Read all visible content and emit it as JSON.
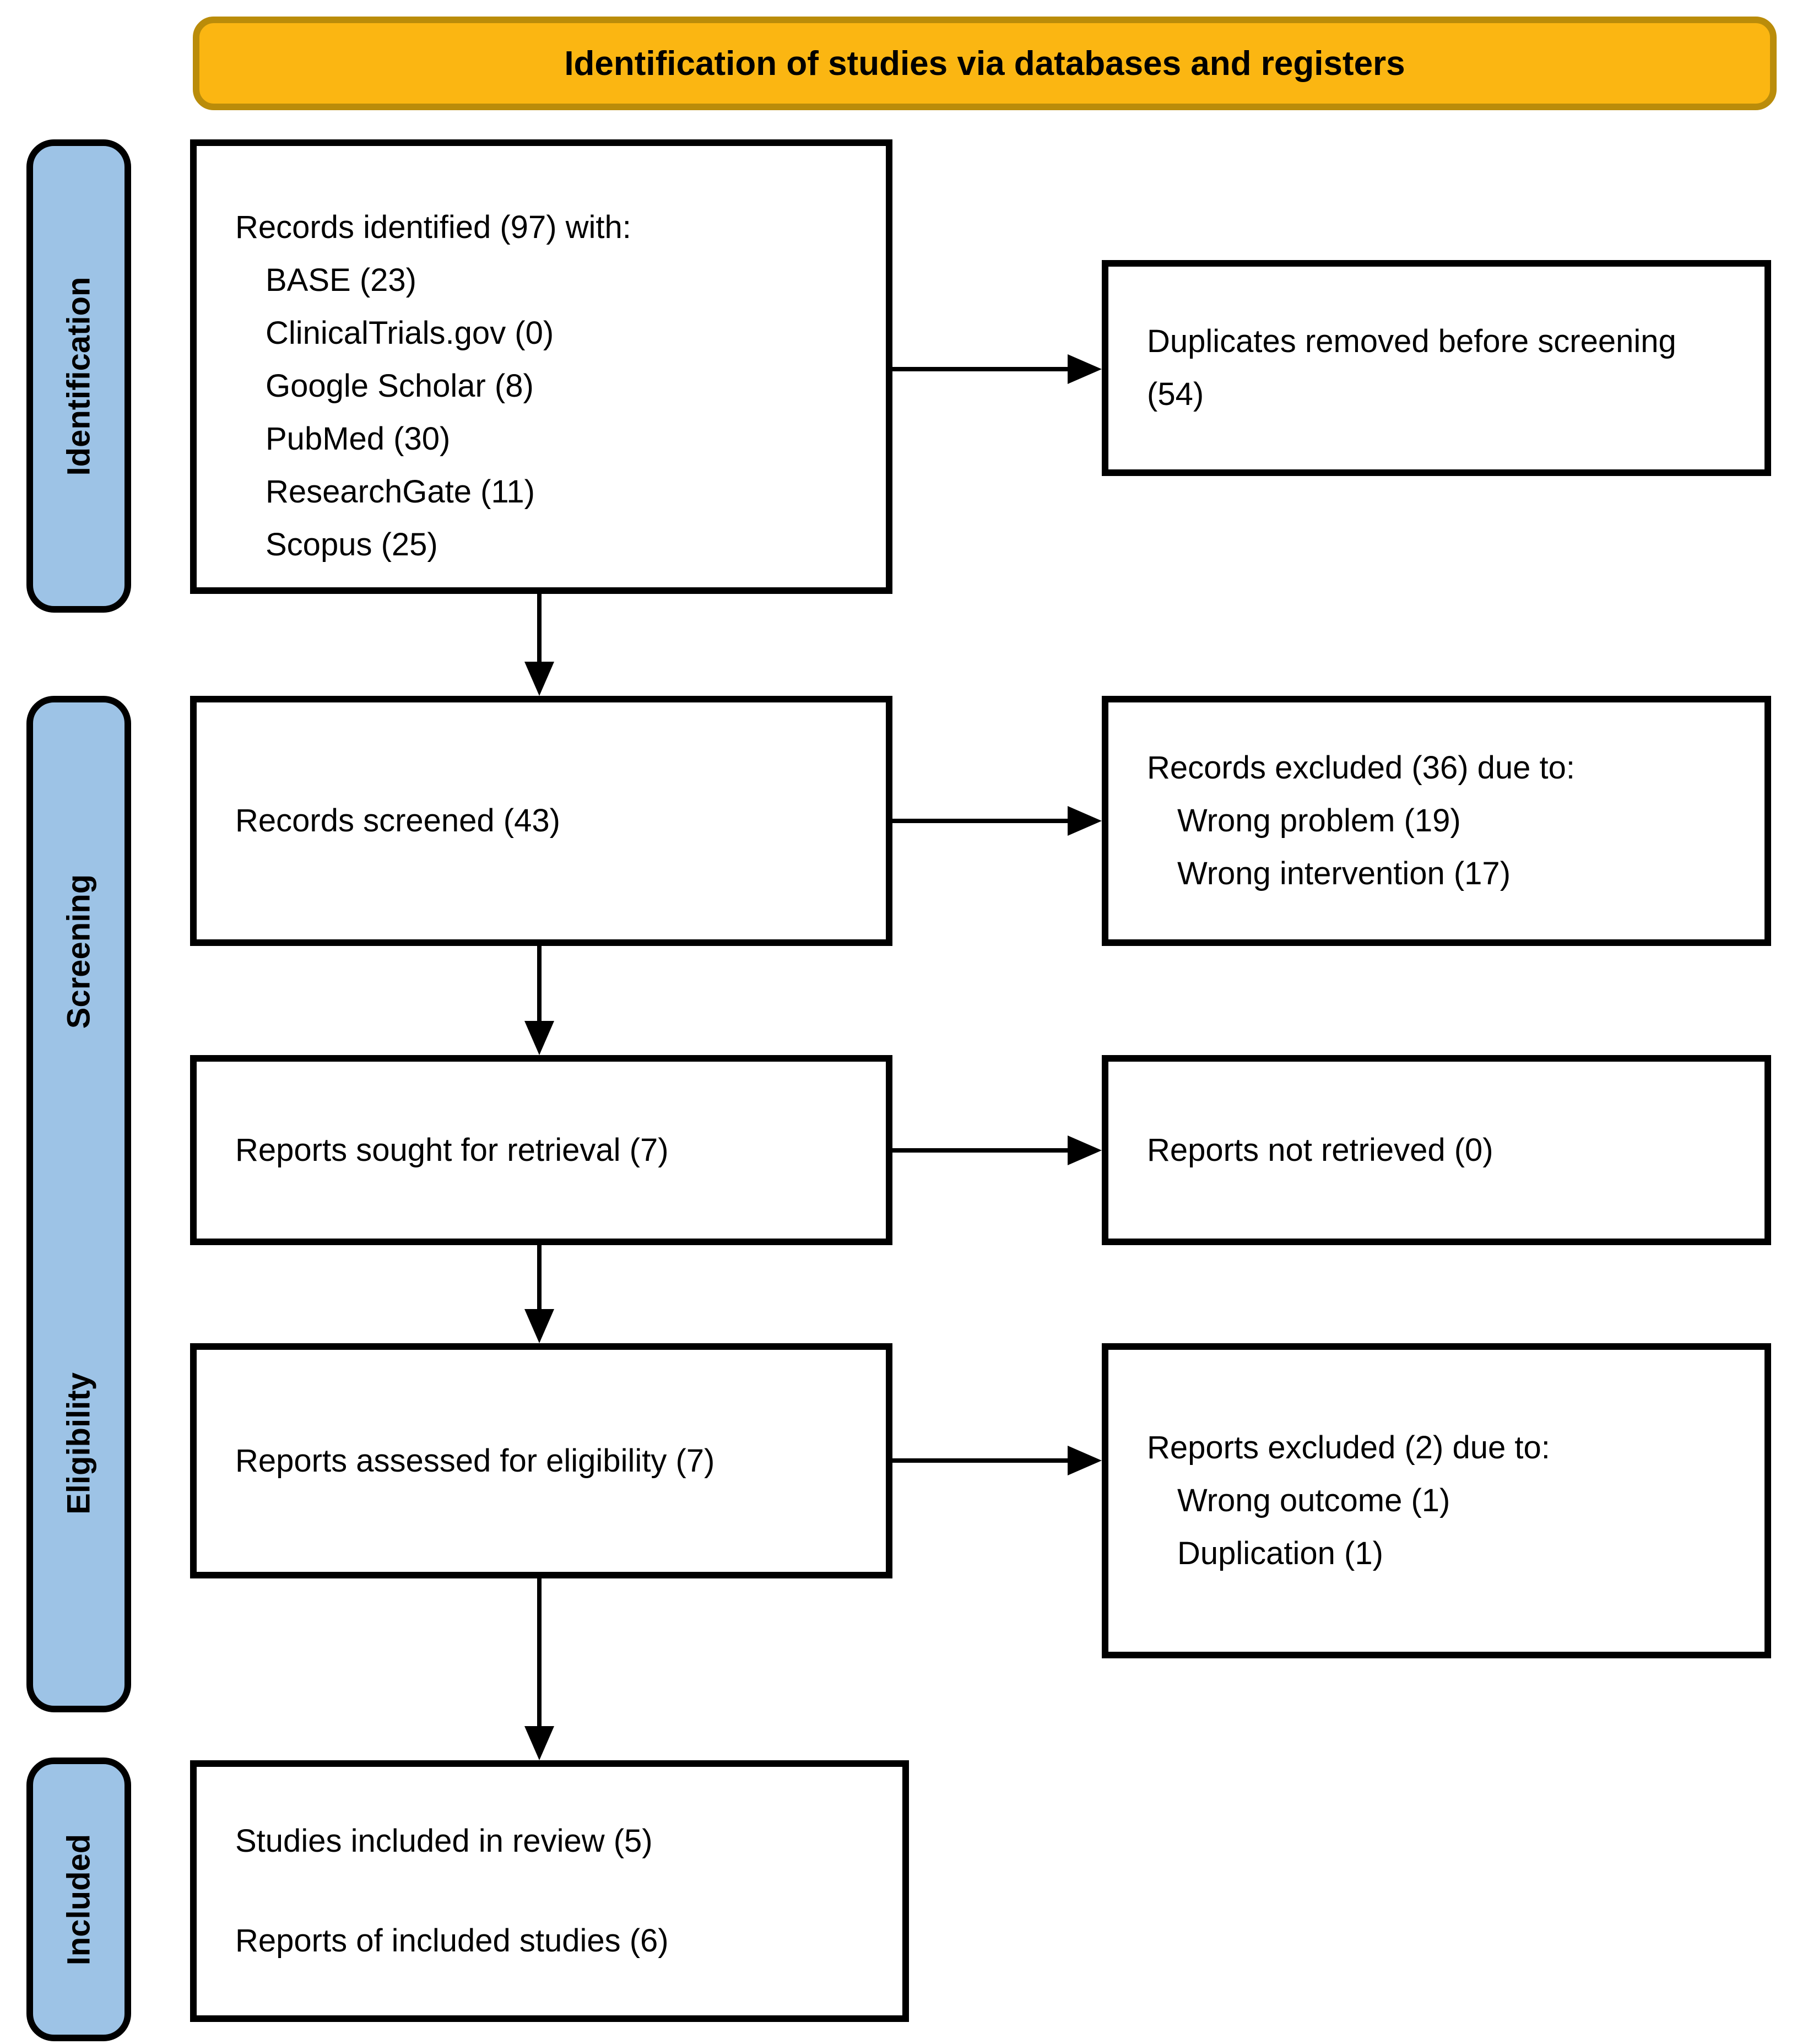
{
  "banner": {
    "title": "Identification of studies via databases and registers"
  },
  "sidebar": {
    "identification": "Identification",
    "screening": "Screening",
    "eligibility": "Eligibility",
    "included": "Included"
  },
  "flow": {
    "records_identified": {
      "intro": "Records identified (97) with:",
      "sources": [
        "BASE (23)",
        "ClinicalTrials.gov (0)",
        "Google Scholar (8)",
        "PubMed (30)",
        "ResearchGate (11)",
        "Scopus (25)"
      ]
    },
    "duplicates_removed": "Duplicates removed before screening (54)",
    "records_screened": "Records screened (43)",
    "records_excluded": {
      "intro": "Records excluded (36) due to:",
      "reasons": [
        "Wrong problem (19)",
        "Wrong intervention (17)"
      ]
    },
    "reports_sought": "Reports sought for retrieval (7)",
    "reports_not_retrieved": "Reports not retrieved (0)",
    "reports_assessed": "Reports assessed for eligibility (7)",
    "reports_excluded": {
      "intro": "Reports excluded (2) due to:",
      "reasons": [
        "Wrong outcome (1)",
        "Duplication (1)"
      ]
    },
    "included_box": {
      "line1": "Studies included in review (5)",
      "line2": "Reports of included studies (6)"
    }
  },
  "colors": {
    "banner_fill": "#FBB612",
    "banner_border": "#BA8C0A",
    "sidebar_fill": "#9DC3E6",
    "box_border": "#000000"
  }
}
